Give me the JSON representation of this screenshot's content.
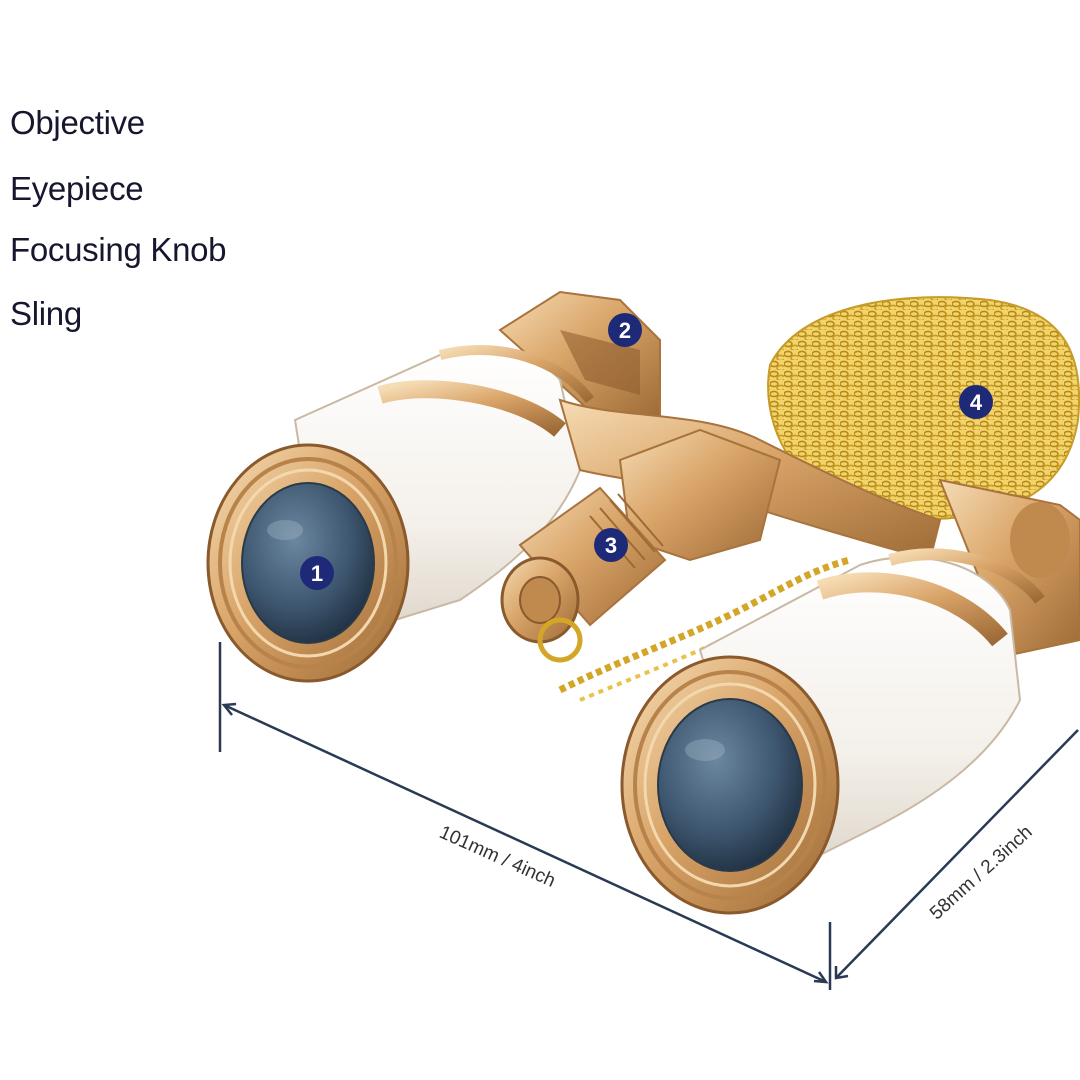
{
  "legend": {
    "items": [
      "Objective",
      "Eyepiece",
      "Focusing Knob",
      "Sling"
    ]
  },
  "markers": [
    "1",
    "2",
    "3",
    "4"
  ],
  "dimensions": {
    "length": "101mm / 4inch",
    "width": "58mm / 2.3inch"
  },
  "colors": {
    "gold": "#d9a468",
    "gold_dark": "#a8733c",
    "pearl": "#f6f3ee",
    "lens": "#3e5770",
    "marker": "#1e2a78",
    "chain": "#e7c24a",
    "text": "#16162e"
  }
}
